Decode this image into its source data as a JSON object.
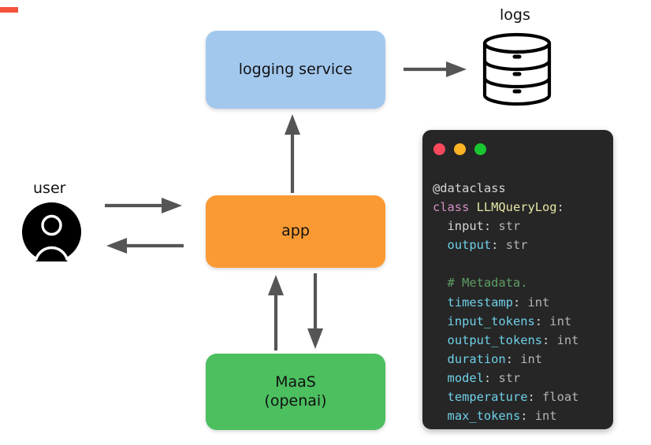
{
  "accent": {
    "color": "#f4543c"
  },
  "palette": {
    "logging_box": "#a3c8ee",
    "app_box": "#fb9a33",
    "maas_box": "#4cbf5f",
    "arrow": "#555555",
    "code_bg": "#262626",
    "code_default": "#d6d6d6",
    "code_keyword": "#d58fc4",
    "code_classname": "#e6e6a6",
    "code_attribute": "#6fd0e8",
    "code_type": "#b5b5b5",
    "code_comment": "#5e9e64",
    "dot_red": "#f9485b",
    "dot_amber": "#fcb424",
    "dot_green": "#19c62f"
  },
  "diagram": {
    "nodes": [
      {
        "id": "logging-service",
        "label": "logging service"
      },
      {
        "id": "app",
        "label": "app"
      },
      {
        "id": "maas",
        "label": "MaaS\n(openai)"
      }
    ],
    "labels": {
      "user": "user",
      "logs": "logs"
    },
    "arrows": [
      {
        "id": "user-to-app",
        "direction": "right"
      },
      {
        "id": "app-to-user",
        "direction": "left"
      },
      {
        "id": "app-to-log",
        "direction": "up"
      },
      {
        "id": "maas-to-app",
        "direction": "up"
      },
      {
        "id": "app-to-maas",
        "direction": "down"
      },
      {
        "id": "log-to-db",
        "direction": "right"
      }
    ]
  },
  "code_window": {
    "traffic_lights": [
      "close",
      "minimize",
      "maximize"
    ],
    "lines": [
      {
        "id": "l1",
        "tokens": [
          {
            "t": "@dataclass",
            "c": "default"
          }
        ]
      },
      {
        "id": "l2",
        "tokens": [
          {
            "t": "class ",
            "c": "keyword"
          },
          {
            "t": "LLMQueryLog",
            "c": "classname"
          },
          {
            "t": ":",
            "c": "punct"
          }
        ]
      },
      {
        "id": "l3",
        "tokens": [
          {
            "t": "  input",
            "c": "default"
          },
          {
            "t": ": ",
            "c": "punct"
          },
          {
            "t": "str",
            "c": "type"
          }
        ]
      },
      {
        "id": "l4",
        "tokens": [
          {
            "t": "  ",
            "c": "default"
          },
          {
            "t": "output",
            "c": "attr"
          },
          {
            "t": ": ",
            "c": "punct"
          },
          {
            "t": "str",
            "c": "type"
          }
        ]
      },
      {
        "id": "l5",
        "tokens": [
          {
            "t": "",
            "c": "default"
          }
        ]
      },
      {
        "id": "l6",
        "tokens": [
          {
            "t": "  # Metadata.",
            "c": "comment"
          }
        ]
      },
      {
        "id": "l7",
        "tokens": [
          {
            "t": "  ",
            "c": "default"
          },
          {
            "t": "timestamp",
            "c": "attr"
          },
          {
            "t": ": ",
            "c": "punct"
          },
          {
            "t": "int",
            "c": "type"
          }
        ]
      },
      {
        "id": "l8",
        "tokens": [
          {
            "t": "  ",
            "c": "default"
          },
          {
            "t": "input_tokens",
            "c": "attr"
          },
          {
            "t": ": ",
            "c": "punct"
          },
          {
            "t": "int",
            "c": "type"
          }
        ]
      },
      {
        "id": "l9",
        "tokens": [
          {
            "t": "  ",
            "c": "default"
          },
          {
            "t": "output_tokens",
            "c": "attr"
          },
          {
            "t": ": ",
            "c": "punct"
          },
          {
            "t": "int",
            "c": "type"
          }
        ]
      },
      {
        "id": "l10",
        "tokens": [
          {
            "t": "  ",
            "c": "default"
          },
          {
            "t": "duration",
            "c": "attr"
          },
          {
            "t": ": ",
            "c": "punct"
          },
          {
            "t": "int",
            "c": "type"
          }
        ]
      },
      {
        "id": "l11",
        "tokens": [
          {
            "t": "  ",
            "c": "default"
          },
          {
            "t": "model",
            "c": "attr"
          },
          {
            "t": ": ",
            "c": "punct"
          },
          {
            "t": "str",
            "c": "type"
          }
        ]
      },
      {
        "id": "l12",
        "tokens": [
          {
            "t": "  ",
            "c": "default"
          },
          {
            "t": "temperature",
            "c": "attr"
          },
          {
            "t": ": ",
            "c": "punct"
          },
          {
            "t": "float",
            "c": "type"
          }
        ]
      },
      {
        "id": "l13",
        "tokens": [
          {
            "t": "  ",
            "c": "default"
          },
          {
            "t": "max_tokens",
            "c": "attr"
          },
          {
            "t": ": ",
            "c": "punct"
          },
          {
            "t": "int",
            "c": "type"
          }
        ]
      }
    ]
  }
}
